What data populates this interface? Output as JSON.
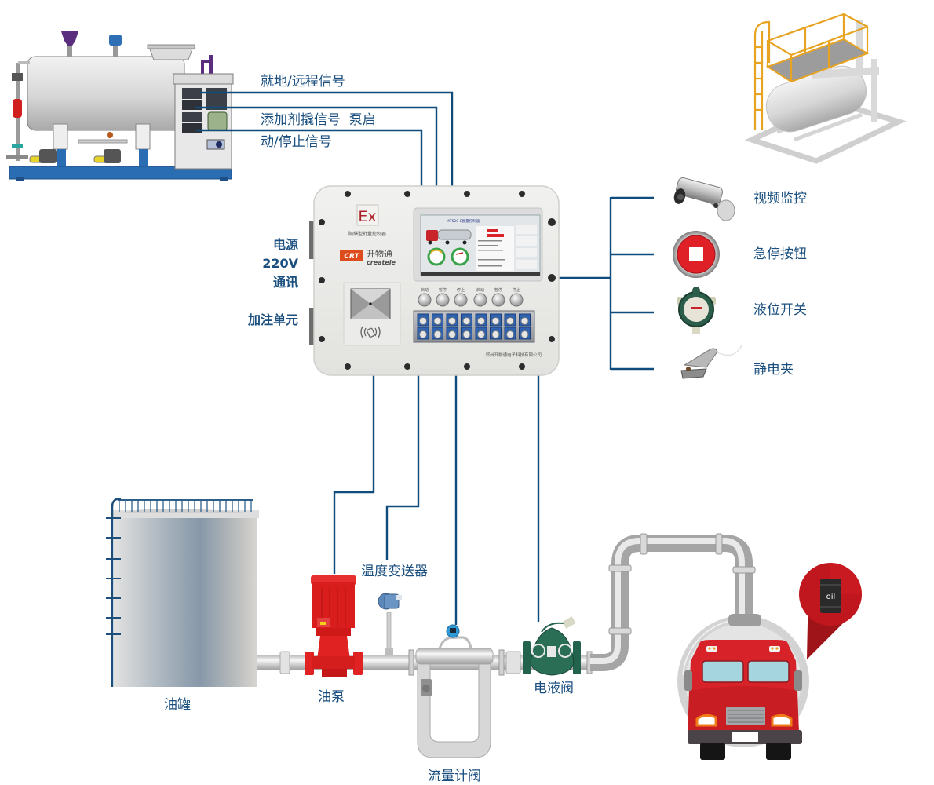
{
  "signals_top": {
    "line1": "就地/远程信号",
    "line2": "添加剂撬信号  泵启",
    "line3": "动/停止信号"
  },
  "left_inputs": {
    "power": "电源",
    "voltage": "220V",
    "comm": "通讯",
    "unit": "加注单元"
  },
  "controller": {
    "ex_mark": "Ex",
    "type_label": "隔爆型批量控制器",
    "brand_badge": "CRT",
    "brand_cn": "开物通",
    "brand_en": "createle",
    "screen_title": "MT520-E批量控制器",
    "buttons": [
      "启动",
      "暂停",
      "停止",
      "启动",
      "暂停",
      "停止"
    ],
    "manufacturer": "郑州开物通电子科技有限公司"
  },
  "peripherals": [
    {
      "label": "视频监控",
      "icon": "camera-icon"
    },
    {
      "label": "急停按钮",
      "icon": "emergency-stop-icon"
    },
    {
      "label": "液位开关",
      "icon": "level-switch-icon"
    },
    {
      "label": "静电夹",
      "icon": "static-clamp-icon"
    }
  ],
  "field_devices": {
    "tank": "油罐",
    "pump": "油泵",
    "temp_transmitter": "温度变送器",
    "flow_meter": "流量计阀",
    "valve": "电液阀"
  },
  "truck": {
    "bubble_label": "oil"
  },
  "colors": {
    "signal_line": "#0f4c7b",
    "label_text": "#1a4f7f",
    "pump_red": "#e21d1d",
    "valve_green": "#23634d",
    "truck_red": "#d8222a",
    "estop_red": "#e02027"
  }
}
